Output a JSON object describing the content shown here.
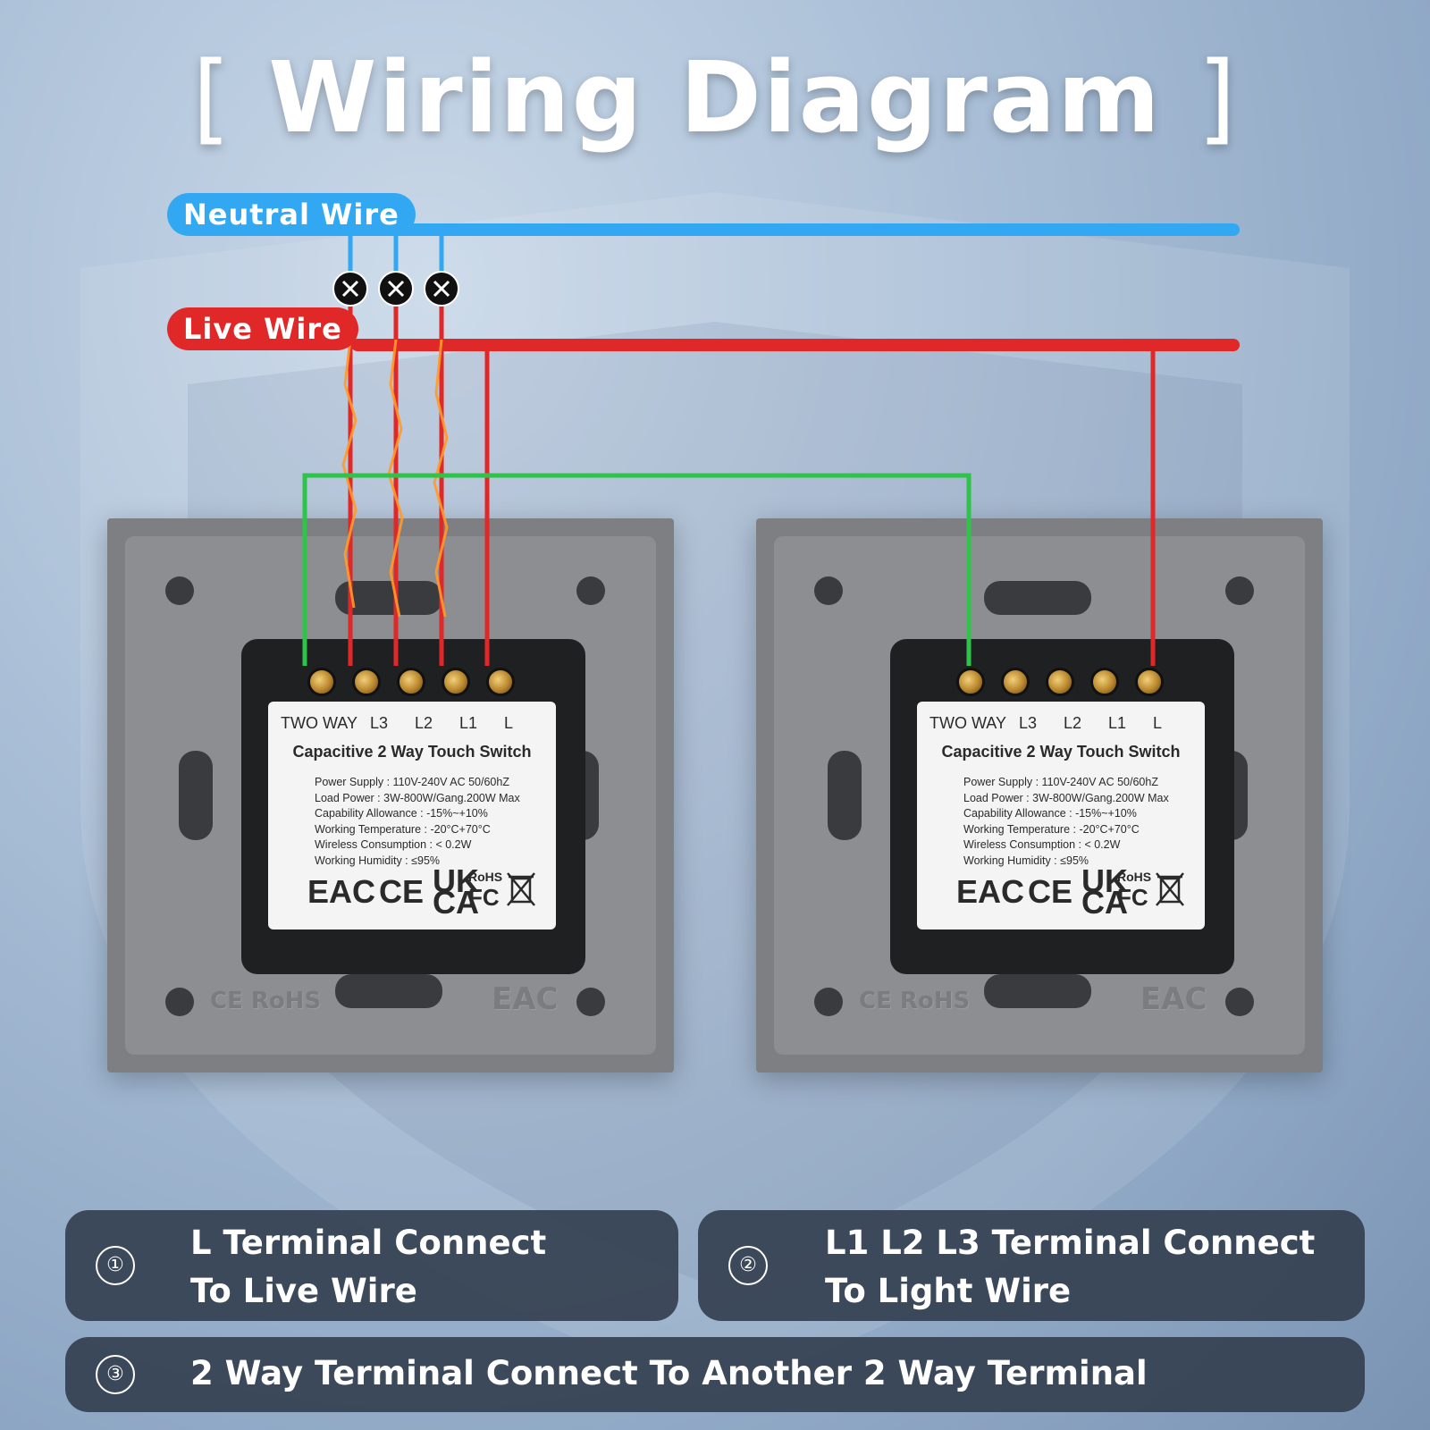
{
  "title": "Wiring Diagram",
  "title_open_bracket": "[",
  "title_close_bracket": "]",
  "wires": {
    "neutral_label": "Neutral Wire",
    "live_label": "Live Wire",
    "neutral_color": "#33a8f2",
    "live_color": "#e02828",
    "twoway_color": "#2ec44a"
  },
  "switches": [
    {
      "terminals": [
        "TWO WAY",
        "L3",
        "L2",
        "L1",
        "L"
      ],
      "product_name": "Capacitive 2 Way Touch Switch",
      "specs": [
        "Power Supply : 110V-240V AC 50/60hZ",
        "Load Power : 3W-800W/Gang.200W Max",
        "Capability Allowance : -15%~+10%",
        "Working Temperature : -20°C+70°C",
        "Wireless Consumption : < 0.2W",
        "Working Humidity : ≤95%"
      ],
      "marks": {
        "eac": "EAC",
        "ce": "CE",
        "uk": "UK",
        "ca": "CA",
        "rohs": "RoHS",
        "fc": "FC"
      },
      "embossed": {
        "left": "CE RoHS",
        "right": "EAC"
      }
    },
    {
      "terminals": [
        "TWO WAY",
        "L3",
        "L2",
        "L1",
        "L"
      ],
      "product_name": "Capacitive 2 Way Touch Switch",
      "specs": [
        "Power Supply : 110V-240V AC 50/60hZ",
        "Load Power : 3W-800W/Gang.200W Max",
        "Capability Allowance : -15%~+10%",
        "Working Temperature : -20°C+70°C",
        "Wireless Consumption : < 0.2W",
        "Working Humidity : ≤95%"
      ],
      "marks": {
        "eac": "EAC",
        "ce": "CE",
        "uk": "UK",
        "ca": "CA",
        "rohs": "RoHS",
        "fc": "FC"
      },
      "embossed": {
        "left": "CE RoHS",
        "right": "EAC"
      }
    }
  ],
  "instructions": [
    {
      "number": "①",
      "line1": "L Terminal Connect",
      "line2": "To Live Wire"
    },
    {
      "number": "②",
      "line1": "L1 L2 L3 Terminal Connect",
      "line2": "To Light Wire"
    },
    {
      "number": "③",
      "line1": "2 Way Terminal Connect To Another 2 Way Terminal"
    }
  ]
}
